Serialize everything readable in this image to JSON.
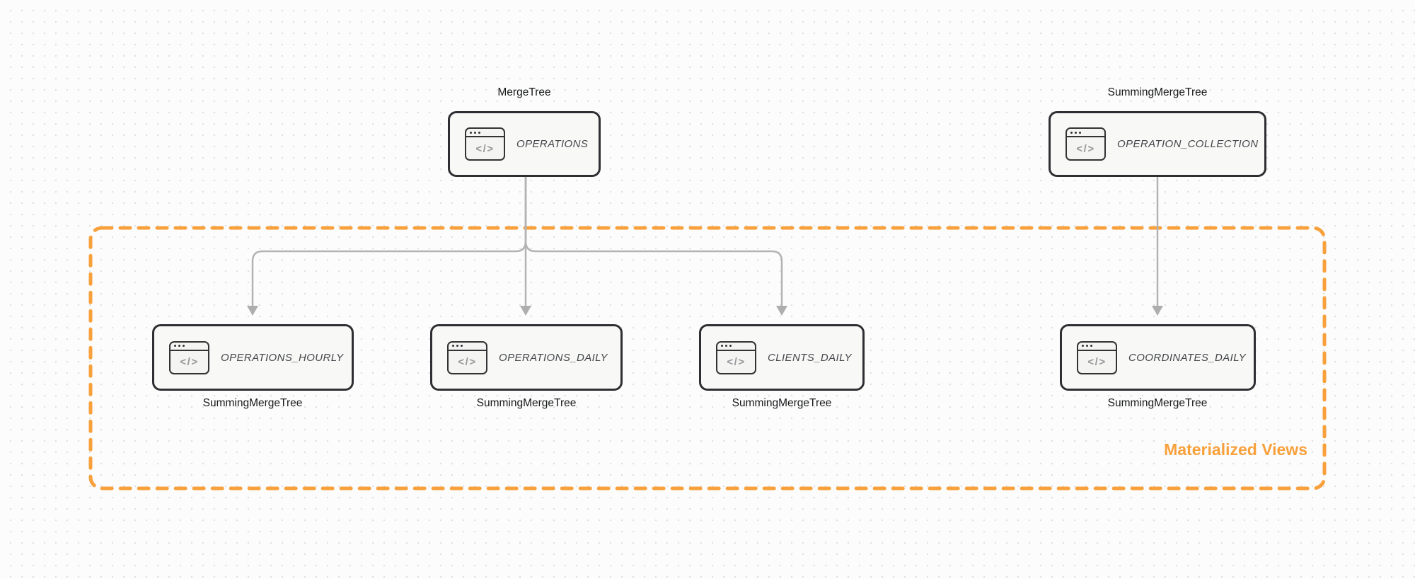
{
  "diagram": {
    "icon": {
      "name": "code-window-icon",
      "glyph": "</>"
    },
    "nodes": [
      {
        "id": "operations",
        "title": "OPERATIONS",
        "engine": "MergeTree",
        "engine_position": "top"
      },
      {
        "id": "operation_collection",
        "title": "OPERATION_COLLECTION",
        "engine": "SummingMergeTree",
        "engine_position": "top"
      },
      {
        "id": "operations_hourly",
        "title": "OPERATIONS_HOURLY",
        "engine": "SummingMergeTree",
        "engine_position": "bottom"
      },
      {
        "id": "operations_daily",
        "title": "OPERATIONS_DAILY",
        "engine": "SummingMergeTree",
        "engine_position": "bottom"
      },
      {
        "id": "clients_daily",
        "title": "CLIENTS_DAILY",
        "engine": "SummingMergeTree",
        "engine_position": "bottom"
      },
      {
        "id": "coordinates_daily",
        "title": "COORDINATES_DAILY",
        "engine": "SummingMergeTree",
        "engine_position": "bottom"
      }
    ],
    "edges": [
      {
        "from": "operations",
        "to": "operations_hourly"
      },
      {
        "from": "operations",
        "to": "operations_daily"
      },
      {
        "from": "operations",
        "to": "clients_daily"
      },
      {
        "from": "operation_collection",
        "to": "coordinates_daily"
      }
    ],
    "group": {
      "label": "Materialized Views",
      "members": [
        "operations_hourly",
        "operations_daily",
        "clients_daily",
        "coordinates_daily"
      ]
    },
    "colors": {
      "accent_orange": "#f8a13c",
      "edge_gray": "#b3b3b3",
      "node_border": "#2f2f33",
      "node_fill": "#f8f9f7",
      "node_text": "#45464b",
      "label_text": "#17181a",
      "background": "#fcfcfc"
    }
  }
}
